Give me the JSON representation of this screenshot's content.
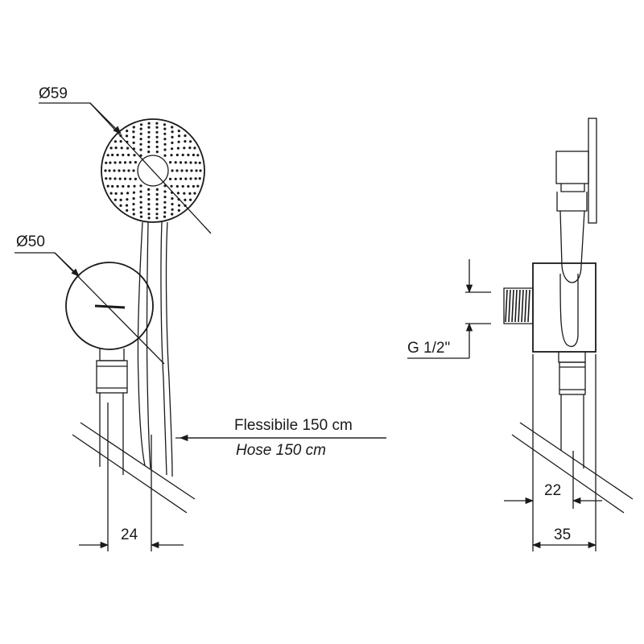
{
  "labels": {
    "head_diameter": "Ø59",
    "holder_diameter": "Ø50",
    "hose_it": "Flessibile 150 cm",
    "hose_en": "Hose 150 cm",
    "dim_left_width": "24",
    "thread": "G 1/2\"",
    "dim_right_inner": "22",
    "dim_right_outer": "35"
  }
}
